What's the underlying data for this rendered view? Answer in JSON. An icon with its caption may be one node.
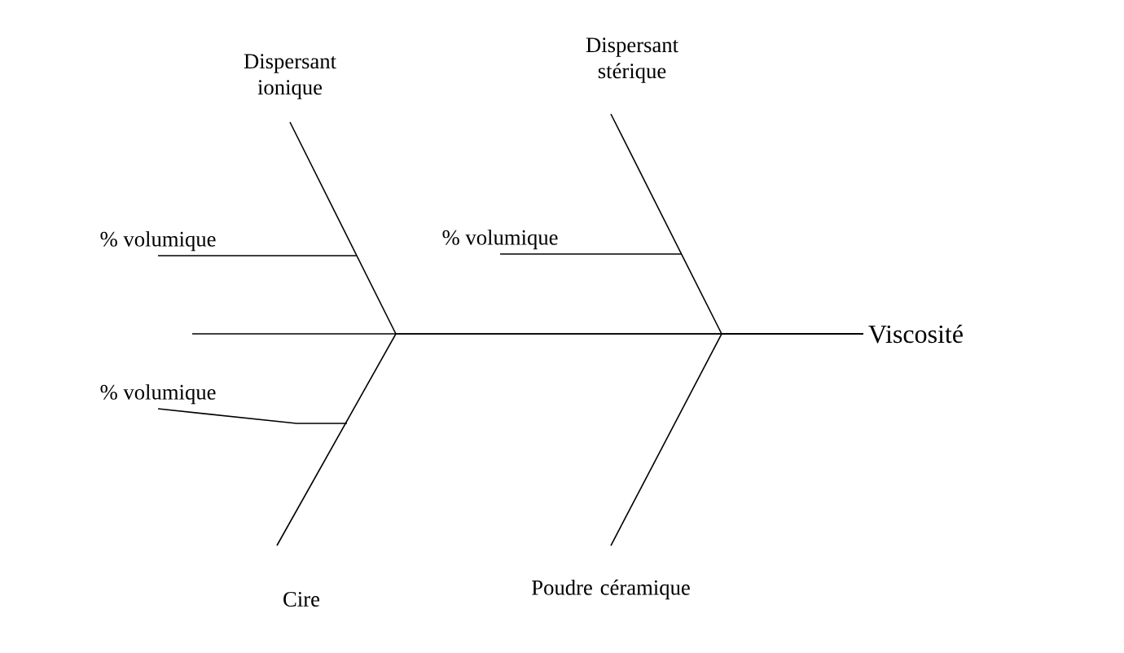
{
  "diagram": {
    "nodes": [
      {
        "text": [
          "Viscosité"
        ]
      },
      {
        "text": [
          "Dispersant ionique"
        ]
      },
      {
        "text": [
          "Dispersant stérique"
        ]
      },
      {
        "text": [
          "Cire"
        ]
      },
      {
        "text": [
          "Poudre céramique"
        ]
      },
      {
        "text": [
          "% volumique"
        ]
      },
      {
        "text": [
          "% volumique"
        ]
      },
      {
        "text": [
          "% volumique"
        ]
      }
    ],
    "edges": [
      {
        "from": 1,
        "to": 0,
        "arrow": "none"
      },
      {
        "from": 2,
        "to": 0,
        "arrow": "none"
      },
      {
        "from": 3,
        "to": 0,
        "arrow": "none"
      },
      {
        "from": 4,
        "to": 0,
        "arrow": "none"
      },
      {
        "from": 5,
        "to": null,
        "arrow": "none"
      },
      {
        "from": 6,
        "to": null,
        "arrow": "none"
      },
      {
        "from": 7,
        "to": null,
        "arrow": "none"
      }
    ]
  }
}
